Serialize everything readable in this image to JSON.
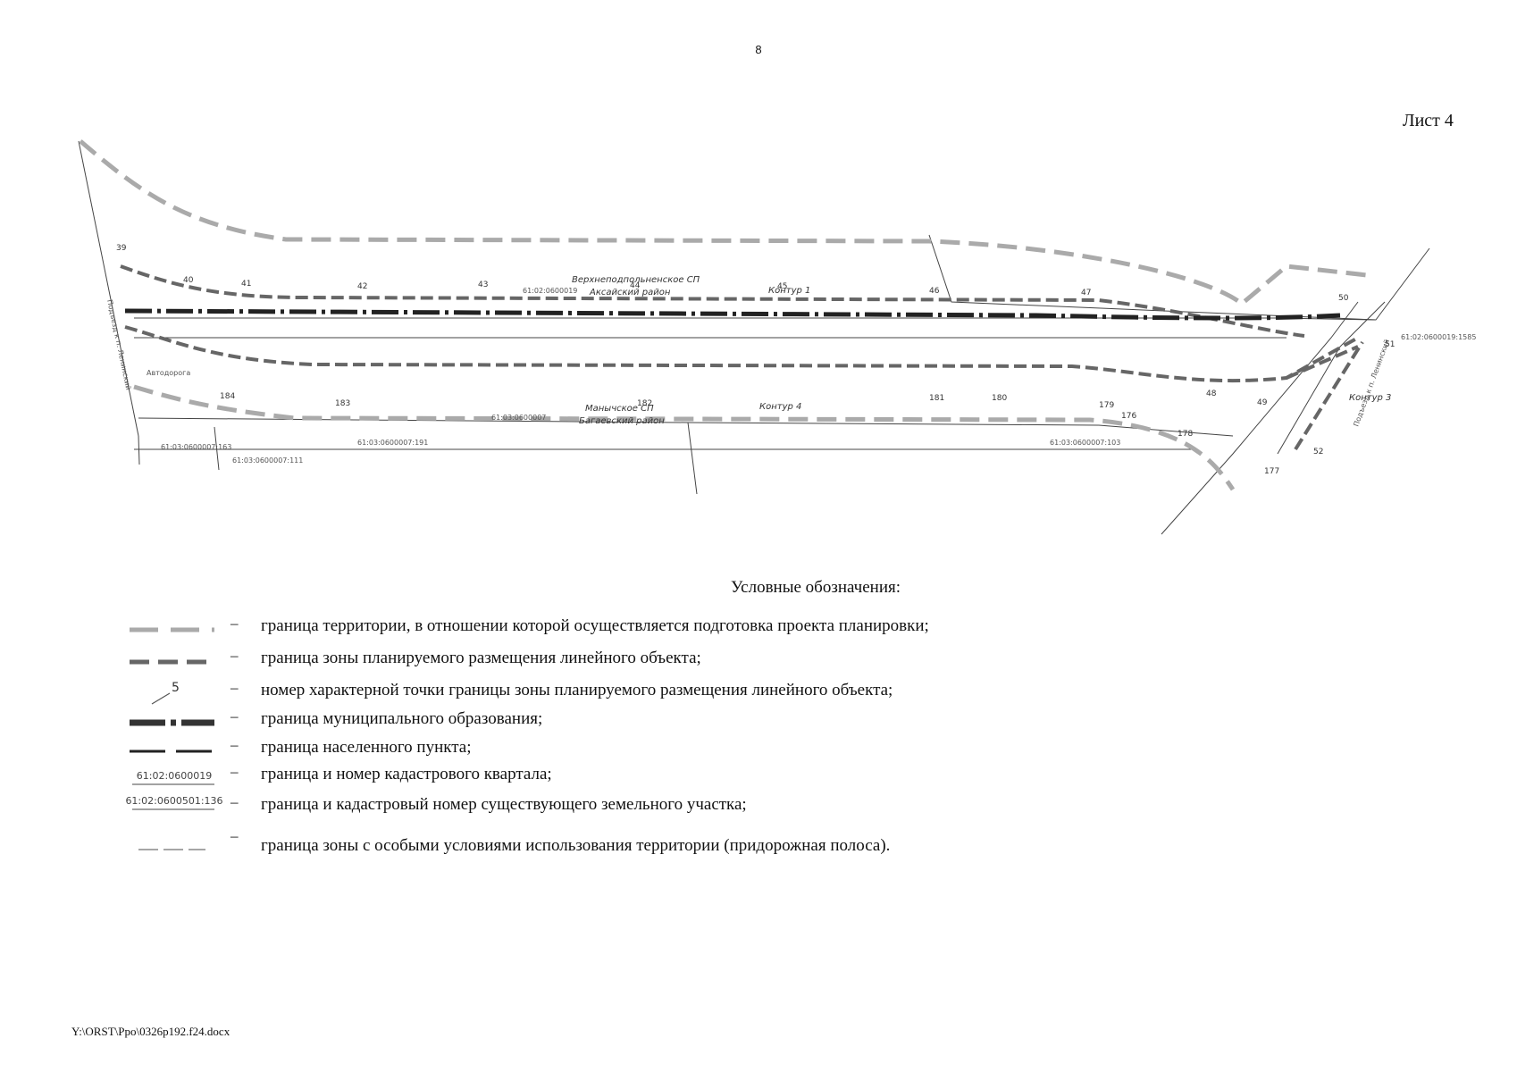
{
  "page_number": "8",
  "sheet_label": "Лист 4",
  "map": {
    "labels": {
      "settlement_north": "Верхнеподпольненское СП",
      "district_north": "Аксайский район",
      "settlement_south": "Манычское СП",
      "district_south": "Багаевский район",
      "quarter_north": "61:02:0600019",
      "quarter_south": "61:03:0600007",
      "contour_1": "Контур 1",
      "contour_4": "Контур 4",
      "contour_3": "Контур 3",
      "parcel_east": "61:02:0600019:1585",
      "parcel_sw1": "61:03:0600007:163",
      "parcel_sw2": "61:03:0600007:111",
      "parcel_sw3": "61:03:0600007:191",
      "parcel_se": "61:03:0600007:103",
      "road_label": "Автодорога",
      "road_left": "Подъезд к п. Ленинский",
      "road_right": "Подъезд к п. Ленинский"
    },
    "points_top": [
      "39",
      "40",
      "41",
      "42",
      "43",
      "44",
      "45",
      "46",
      "47",
      "48",
      "49",
      "50",
      "51",
      "52"
    ],
    "points_bottom": [
      "184",
      "183",
      "182",
      "181",
      "180",
      "179",
      "178",
      "177",
      "176"
    ]
  },
  "legend": {
    "title": "Условные обозначения:",
    "dash": "–",
    "items": [
      {
        "text": "граница территории, в отношении которой осуществляется подготовка проекта планировки;"
      },
      {
        "text": "граница зоны планируемого размещения линейного объекта;"
      },
      {
        "text": "номер характерной точки границы зоны планируемого размещения линейного объекта;",
        "symbol_label": "5"
      },
      {
        "text": "граница муниципального образования;"
      },
      {
        "text": "граница населенного пункта;"
      },
      {
        "text": "граница и номер кадастрового квартала;",
        "symbol_label": "61:02:0600019"
      },
      {
        "text": "граница и кадастровый номер существующего земельного участка;",
        "symbol_label": "61:02:0600501:136"
      },
      {
        "text": "граница зоны с особыми условиями использования территории (придорожная полоса)."
      }
    ]
  },
  "footer": "Y:\\ORST\\Ppo\\0326p192.f24.docx"
}
